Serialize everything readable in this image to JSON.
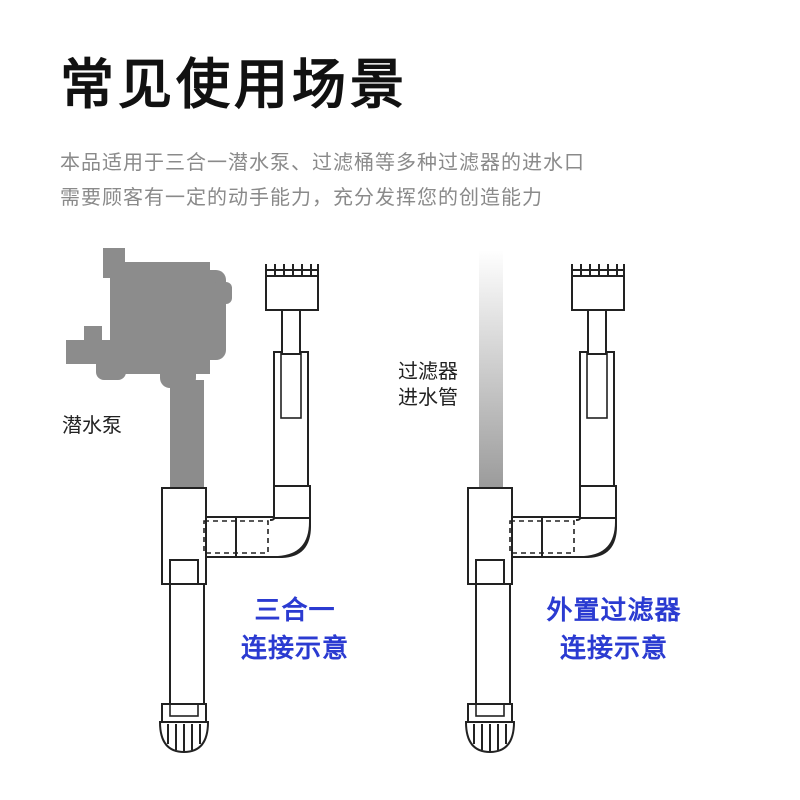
{
  "title": "常见使用场景",
  "description": [
    "本品适用于三合一潜水泵、过滤桶等多种过滤器的进水口",
    "需要顾客有一定的动手能力，充分发挥您的创造能力"
  ],
  "left_scene": {
    "pump_label": "潜水泵",
    "caption_line1": "三合一",
    "caption_line2": "连接示意"
  },
  "right_scene": {
    "inlet_label_line1": "过滤器",
    "inlet_label_line2": "进水管",
    "caption_line1": "外置过滤器",
    "caption_line2": "连接示意"
  },
  "colors": {
    "title": "#111111",
    "description": "#8a8a8a",
    "caption_blue": "#2b3bd1",
    "pump_gray": "#8c8c8c",
    "outline": "#222222"
  }
}
